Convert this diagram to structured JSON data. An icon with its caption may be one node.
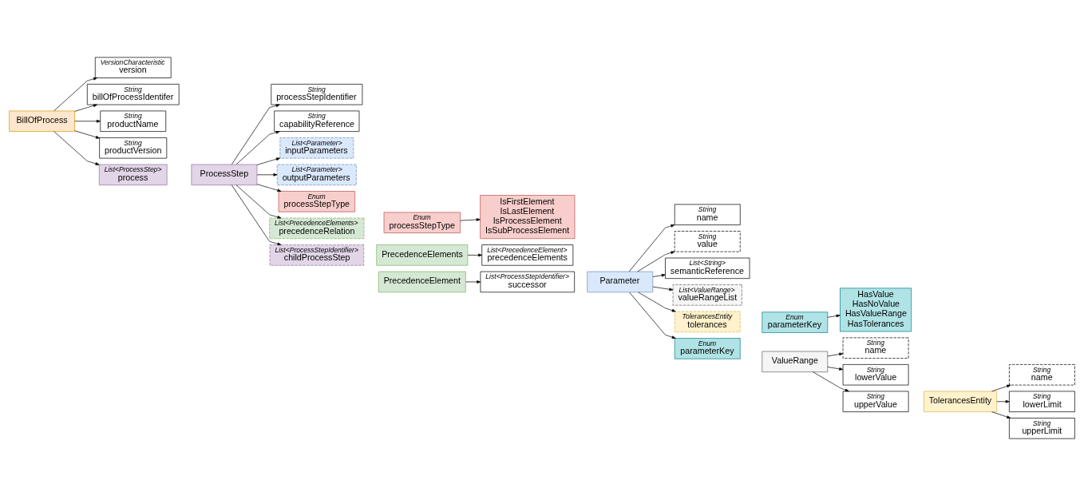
{
  "diagram": {
    "nodes": [
      {
        "text": [
          "BillOfProcess"
        ]
      },
      {
        "text": [
          "VersionCharacteristic",
          "version"
        ]
      },
      {
        "text": [
          "String",
          "billOfProcessIdentifer"
        ]
      },
      {
        "text": [
          "String",
          "productName"
        ]
      },
      {
        "text": [
          "String",
          "productVersion"
        ]
      },
      {
        "text": [
          "List<ProcessStep>",
          "process"
        ]
      },
      {
        "text": [
          "ProcessStep"
        ]
      },
      {
        "text": [
          "String",
          "processStepIdentifier"
        ]
      },
      {
        "text": [
          "String",
          "capabilityReference"
        ]
      },
      {
        "text": [
          "List<Parameter>",
          "inputParameters"
        ]
      },
      {
        "text": [
          "List<Parameter>",
          "outputParameters"
        ]
      },
      {
        "text": [
          "Enum",
          "processStepType"
        ]
      },
      {
        "text": [
          "List<PrecedenceElements>",
          "precedenceRelation"
        ]
      },
      {
        "text": [
          "List<ProcessStepIdentifier>",
          "childProcessStep"
        ]
      },
      {
        "text": [
          "Enum",
          "processStepType"
        ]
      },
      {
        "text": [
          "IsFirstElement",
          "IsLastElement",
          "IsProcessElement",
          "IsSubProcessElement"
        ]
      },
      {
        "text": [
          "PrecedenceElements"
        ]
      },
      {
        "text": [
          "List<PrecedenceElement>",
          "precedenceElements"
        ]
      },
      {
        "text": [
          "PrecedenceElement"
        ]
      },
      {
        "text": [
          "List<ProcessStepIdentifier>",
          "successor"
        ]
      },
      {
        "text": [
          "Parameter"
        ]
      },
      {
        "text": [
          "String",
          "name"
        ]
      },
      {
        "text": [
          "String",
          "value"
        ]
      },
      {
        "text": [
          "List<String>",
          "semanticReference"
        ]
      },
      {
        "text": [
          "List<ValueRange>",
          "valueRangeList"
        ]
      },
      {
        "text": [
          "TolerancesEntity",
          "tolerances"
        ]
      },
      {
        "text": [
          "Enum",
          "parameterKey"
        ]
      },
      {
        "text": [
          "Enum",
          "parameterKey"
        ]
      },
      {
        "text": [
          "HasValue",
          "HasNoValue",
          "HasValueRange",
          "HasTolerances"
        ]
      },
      {
        "text": [
          "ValueRange"
        ]
      },
      {
        "text": [
          "String",
          "name"
        ]
      },
      {
        "text": [
          "String",
          "lowerValue"
        ]
      },
      {
        "text": [
          "String",
          "upperValue"
        ]
      },
      {
        "text": [
          "TolerancesEntity"
        ]
      },
      {
        "text": [
          "String",
          "name"
        ]
      },
      {
        "text": [
          "String",
          "lowerLimit"
        ]
      },
      {
        "text": [
          "String",
          "upperLimit"
        ]
      }
    ],
    "edges": [
      {
        "from": 0,
        "to": 1,
        "arrow": "to"
      },
      {
        "from": 0,
        "to": 2,
        "arrow": "to"
      },
      {
        "from": 0,
        "to": 3,
        "arrow": "to"
      },
      {
        "from": 0,
        "to": 4,
        "arrow": "to"
      },
      {
        "from": 0,
        "to": 5,
        "arrow": "to"
      },
      {
        "from": 6,
        "to": 7,
        "arrow": "to"
      },
      {
        "from": 6,
        "to": 8,
        "arrow": "to"
      },
      {
        "from": 6,
        "to": 9,
        "arrow": "to"
      },
      {
        "from": 6,
        "to": 10,
        "arrow": "to"
      },
      {
        "from": 6,
        "to": 11,
        "arrow": "to"
      },
      {
        "from": 6,
        "to": 12,
        "arrow": "to"
      },
      {
        "from": 6,
        "to": 13,
        "arrow": "to"
      },
      {
        "from": 14,
        "to": 15,
        "arrow": "to"
      },
      {
        "from": 16,
        "to": 17,
        "arrow": "to"
      },
      {
        "from": 18,
        "to": 19,
        "arrow": "to"
      },
      {
        "from": 20,
        "to": 21,
        "arrow": "to"
      },
      {
        "from": 20,
        "to": 22,
        "arrow": "to"
      },
      {
        "from": 20,
        "to": 23,
        "arrow": "to"
      },
      {
        "from": 20,
        "to": 24,
        "arrow": "to"
      },
      {
        "from": 20,
        "to": 25,
        "arrow": "to"
      },
      {
        "from": 20,
        "to": 26,
        "arrow": "to"
      },
      {
        "from": 27,
        "to": 28,
        "arrow": "to"
      },
      {
        "from": 29,
        "to": 30,
        "arrow": "to"
      },
      {
        "from": 29,
        "to": 31,
        "arrow": "to"
      },
      {
        "from": 29,
        "to": 32,
        "arrow": "to"
      },
      {
        "from": 33,
        "to": 34,
        "arrow": "to"
      },
      {
        "from": 33,
        "to": 35,
        "arrow": "to"
      },
      {
        "from": 33,
        "to": 36,
        "arrow": "to"
      }
    ]
  }
}
